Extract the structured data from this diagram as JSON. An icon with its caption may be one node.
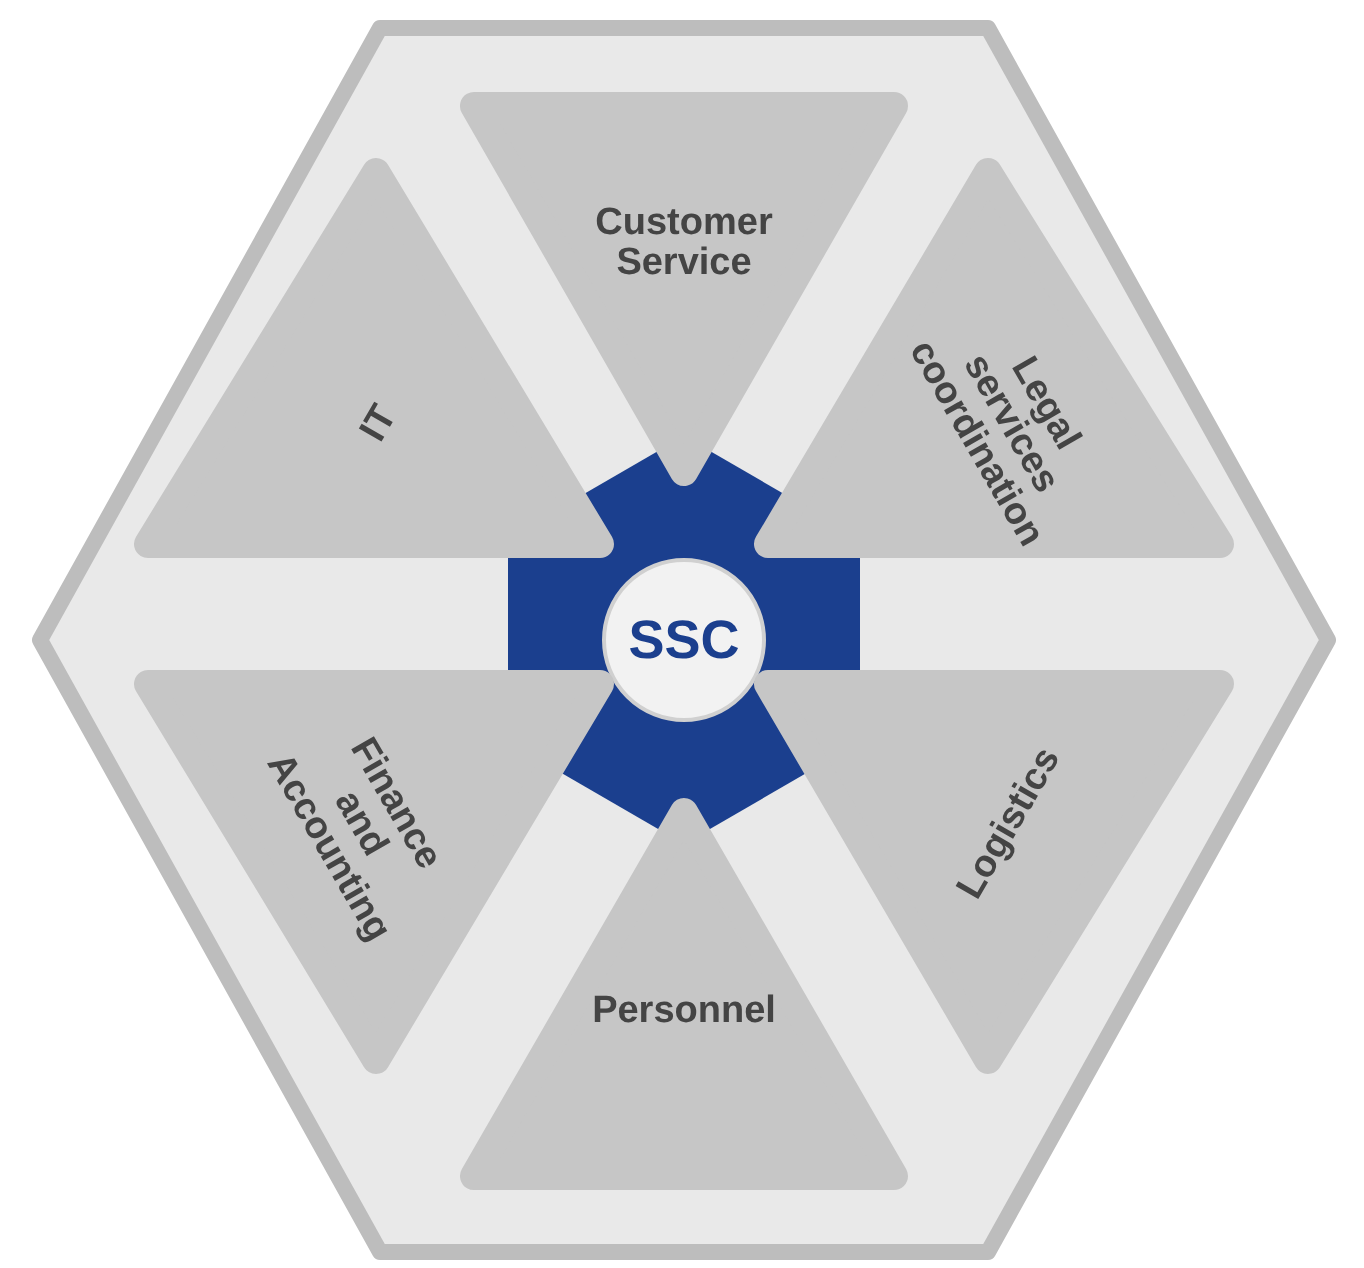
{
  "diagram": {
    "nodes": [
      {
        "text": [],
        "shape": "hexagon"
      },
      {
        "text": [
          "Customer Service"
        ],
        "in": 0
      },
      {
        "text": [
          "IT"
        ],
        "in": 0
      },
      {
        "text": [
          "Legal services coordination"
        ],
        "in": 0
      },
      {
        "text": [
          "SSC"
        ],
        "in": 0
      },
      {
        "text": [
          "Finance and Accounting"
        ],
        "in": 0
      },
      {
        "text": [
          "Logistics"
        ],
        "in": 0
      },
      {
        "text": [
          "Personnel"
        ],
        "in": 0
      }
    ]
  }
}
